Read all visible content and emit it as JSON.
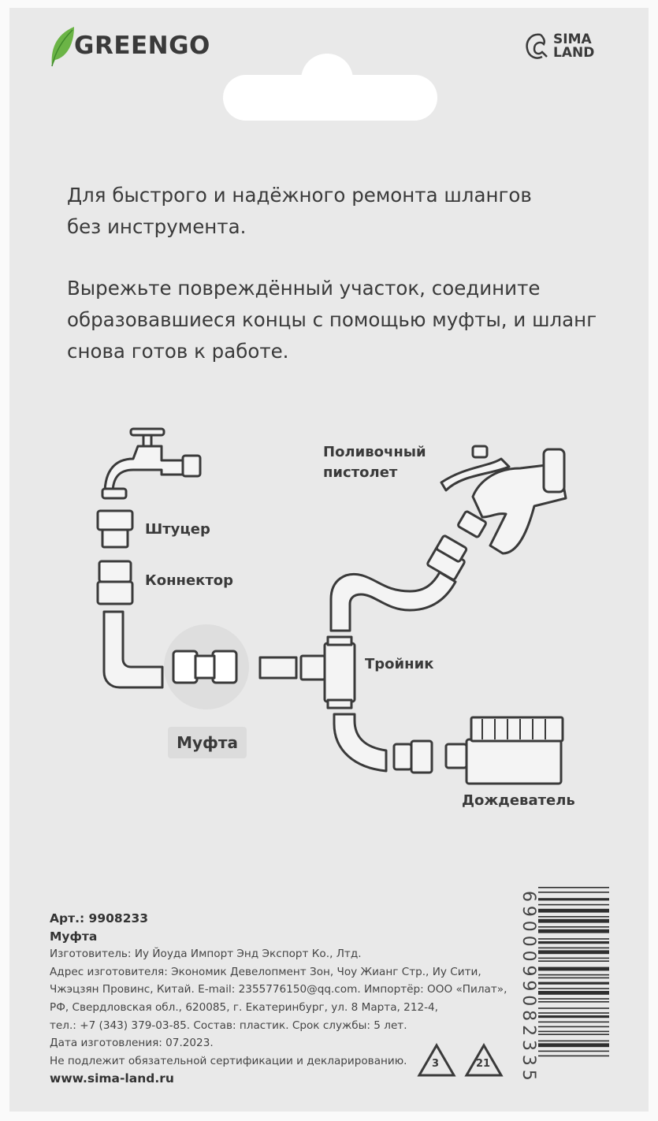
{
  "brand": {
    "greengo_logo": "GREENGO",
    "sima_logo_line1": "SIMA",
    "sima_logo_line2": "LAND",
    "leaf_color": "#5aa53a"
  },
  "intro": {
    "paragraph1": [
      "Для быстрого и надёжного ремонта шлангов",
      "без инструмента."
    ],
    "paragraph2": [
      "Вырежьте повреждённый участок, соедините",
      "образовавшиеся концы с помощью муфты, и шланг",
      "снова готов к работе."
    ]
  },
  "diagram": {
    "spray_gun_label": [
      "Поливочный",
      "пистолет"
    ],
    "adapter_label": "Штуцер",
    "connector_label": "Коннектор",
    "tee_label": "Тройник",
    "coupling_label": "Муфта",
    "sprinkler_label": "Дождеватель"
  },
  "info": {
    "article": "Арт.: 9908233",
    "product": "Муфта",
    "lines": [
      "Изготовитель: Иу Йоуда Импорт Энд Экспорт Ко., Лтд.",
      "Адрес изготовителя: Экономик Девелопмент Зон, Чоу Жианг Стр., Иу Сити,",
      "Чжэцзян Провинс, Китай. E-mail: 2355776150@qq.com. Импортёр: ООО «Пилат»,",
      "РФ, Свердловская обл., 620085, г. Екатеринбург, ул. 8 Марта, 212-4,",
      "тел.: +7 (343) 379-03-85. Состав: пластик. Срок службы: 5 лет.",
      "Дата изготовления: 07.2023.",
      "Не подлежит обязательной сертификации и декларированию."
    ],
    "website": "www.sima-land.ru"
  },
  "recycling": {
    "code1": "3",
    "code2": "21"
  },
  "barcode": {
    "digits": "6900099082335"
  }
}
